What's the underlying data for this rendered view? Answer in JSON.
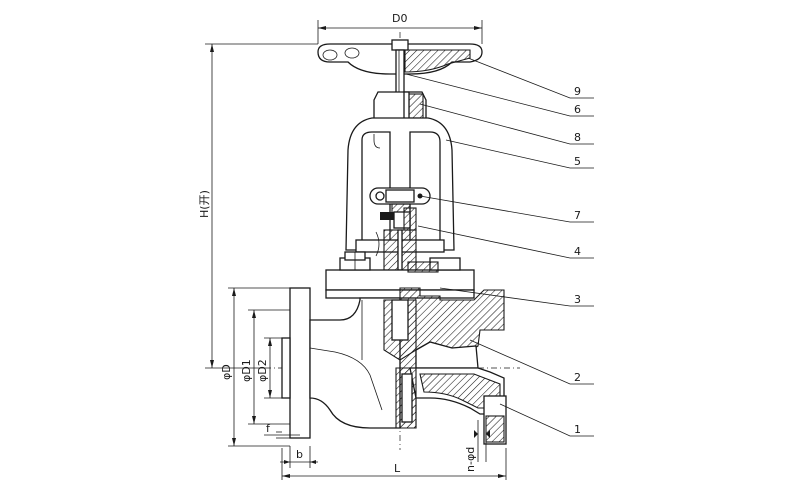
{
  "dimensions": {
    "handwheel_dia": "D0",
    "height": "H(开)",
    "flange_outer_dia": "φD",
    "bolt_circle_dia": "φD1",
    "raised_face_dia": "φD2",
    "face_thickness": "f",
    "flange_thickness": "b",
    "length": "L",
    "bolt_holes": "n-φd"
  },
  "part_numbers": [
    "9",
    "6",
    "8",
    "5",
    "7",
    "4",
    "3",
    "2",
    "1"
  ],
  "colors": {
    "line": "#1a1a1a",
    "background": "#ffffff"
  }
}
